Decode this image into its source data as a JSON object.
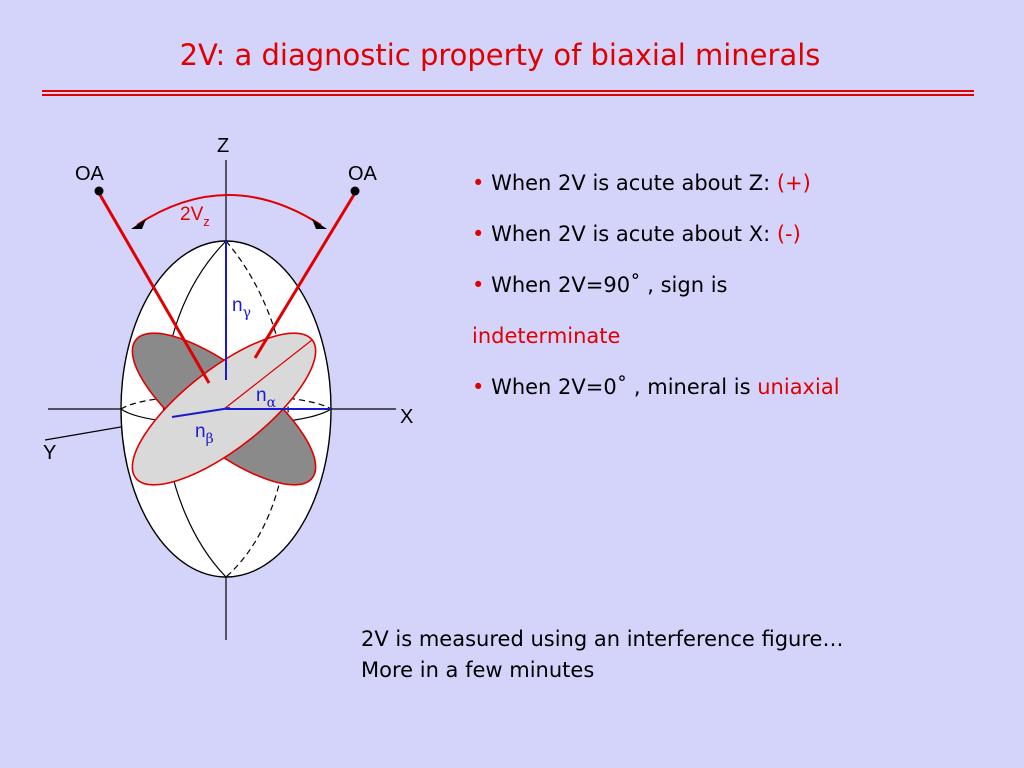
{
  "title": "2V: a diagnostic property of biaxial minerals",
  "colors": {
    "background": "#d4d4fb",
    "accent_red": "#e00000",
    "axis_blue": "#1a1ad0",
    "plane_dark": "#888888",
    "plane_light": "#d9d9d9"
  },
  "diagram": {
    "label_z": "Z",
    "label_x": "X",
    "label_y": "Y",
    "label_oa_left": "OA",
    "label_oa_right": "OA",
    "angle_label": "2V",
    "angle_sub": "z",
    "n_gamma": "n",
    "n_gamma_sub": "γ",
    "n_alpha": "n",
    "n_alpha_sub": "α",
    "n_beta": "n",
    "n_beta_sub": "β"
  },
  "bullets": [
    {
      "text": "When 2V is acute about Z: ",
      "highlight": "(+)"
    },
    {
      "text": "When 2V is acute about X: ",
      "highlight": "(-)"
    },
    {
      "text": "When 2V=90˚ , sign is",
      "highlight": ""
    },
    {
      "text": "",
      "highlight": "indeterminate"
    },
    {
      "text": "When 2V=0˚ , mineral is ",
      "highlight": "uniaxial"
    }
  ],
  "note": {
    "line1": "2V is measured using an interference figure…",
    "line2": "More in a few minutes"
  }
}
